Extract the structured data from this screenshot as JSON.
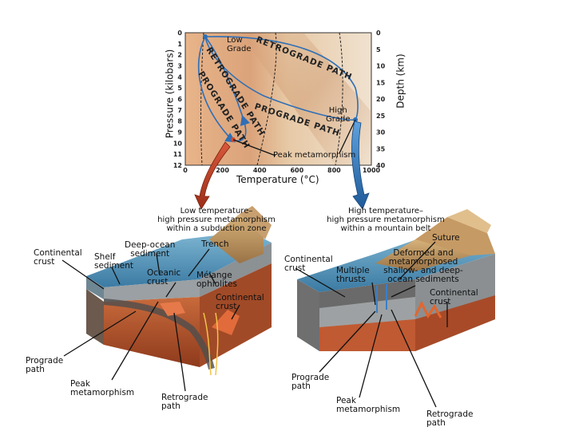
{
  "chart": {
    "y_left_title": "Pressure (kilobars)",
    "y_right_title": "Depth (km)",
    "x_title": "Temperature (°C)",
    "x_ticks": [
      "0",
      "200",
      "400",
      "600",
      "800",
      "1000"
    ],
    "y_left_ticks": [
      "0",
      "1",
      "2",
      "3",
      "4",
      "5",
      "6",
      "7",
      "8",
      "9",
      "10",
      "11",
      "12"
    ],
    "y_right_ticks": [
      "0",
      "5",
      "10",
      "15",
      "20",
      "25",
      "30",
      "35",
      "40"
    ],
    "low_grade": [
      "Low",
      "Grade"
    ],
    "high_grade": [
      "High",
      "Grade"
    ],
    "peak_label": "Peak metamorphism",
    "retro_left": "RETROGRADE PATH",
    "prog_left": "PROGRADE PATH",
    "retro_right": "RETROGRADE PATH",
    "prog_right": "PROGRADE PATH"
  },
  "left_block": {
    "caption": [
      "Low temperature–",
      "high pressure metamorphism",
      "within a subduction zone"
    ],
    "deep_ocean": [
      "Deep-ocean",
      "sediment"
    ],
    "trench": "Trench",
    "continental_crust": [
      "Continental",
      "crust"
    ],
    "shelf": [
      "Shelf",
      "sediment"
    ],
    "oceanic": [
      "Oceanic",
      "crust"
    ],
    "melange": [
      "Mélange",
      "ophiolites"
    ],
    "continental_crust_2": [
      "Continental",
      "crust"
    ],
    "prograde": [
      "Prograde",
      "path"
    ],
    "peak": [
      "Peak",
      "metamorphism"
    ],
    "retrograde": [
      "Retrograde",
      "path"
    ]
  },
  "right_block": {
    "caption": [
      "High temperature–",
      "high pressure metamorphism",
      "within a mountain belt"
    ],
    "suture": "Suture",
    "continental_crust": [
      "Continental",
      "crust"
    ],
    "deformed": [
      "Deformed and",
      "metamorphosed",
      "shallow- and deep-",
      "ocean sediments"
    ],
    "multiple": [
      "Multiple",
      "thrusts"
    ],
    "continental_crust_2": [
      "Continental",
      "crust"
    ],
    "prograde": [
      "Prograde",
      "path"
    ],
    "peak": [
      "Peak",
      "metamorphism"
    ],
    "retrograde": [
      "Retrograde",
      "path"
    ]
  },
  "colors": {
    "retro_arrow": "#c0452a",
    "prograde_arrow": "#3b7fc4",
    "plot_bg": "#d9a276",
    "ocean": "#4a8ab0",
    "crust": "#8a8d8f",
    "mantle": "#b3542e"
  }
}
